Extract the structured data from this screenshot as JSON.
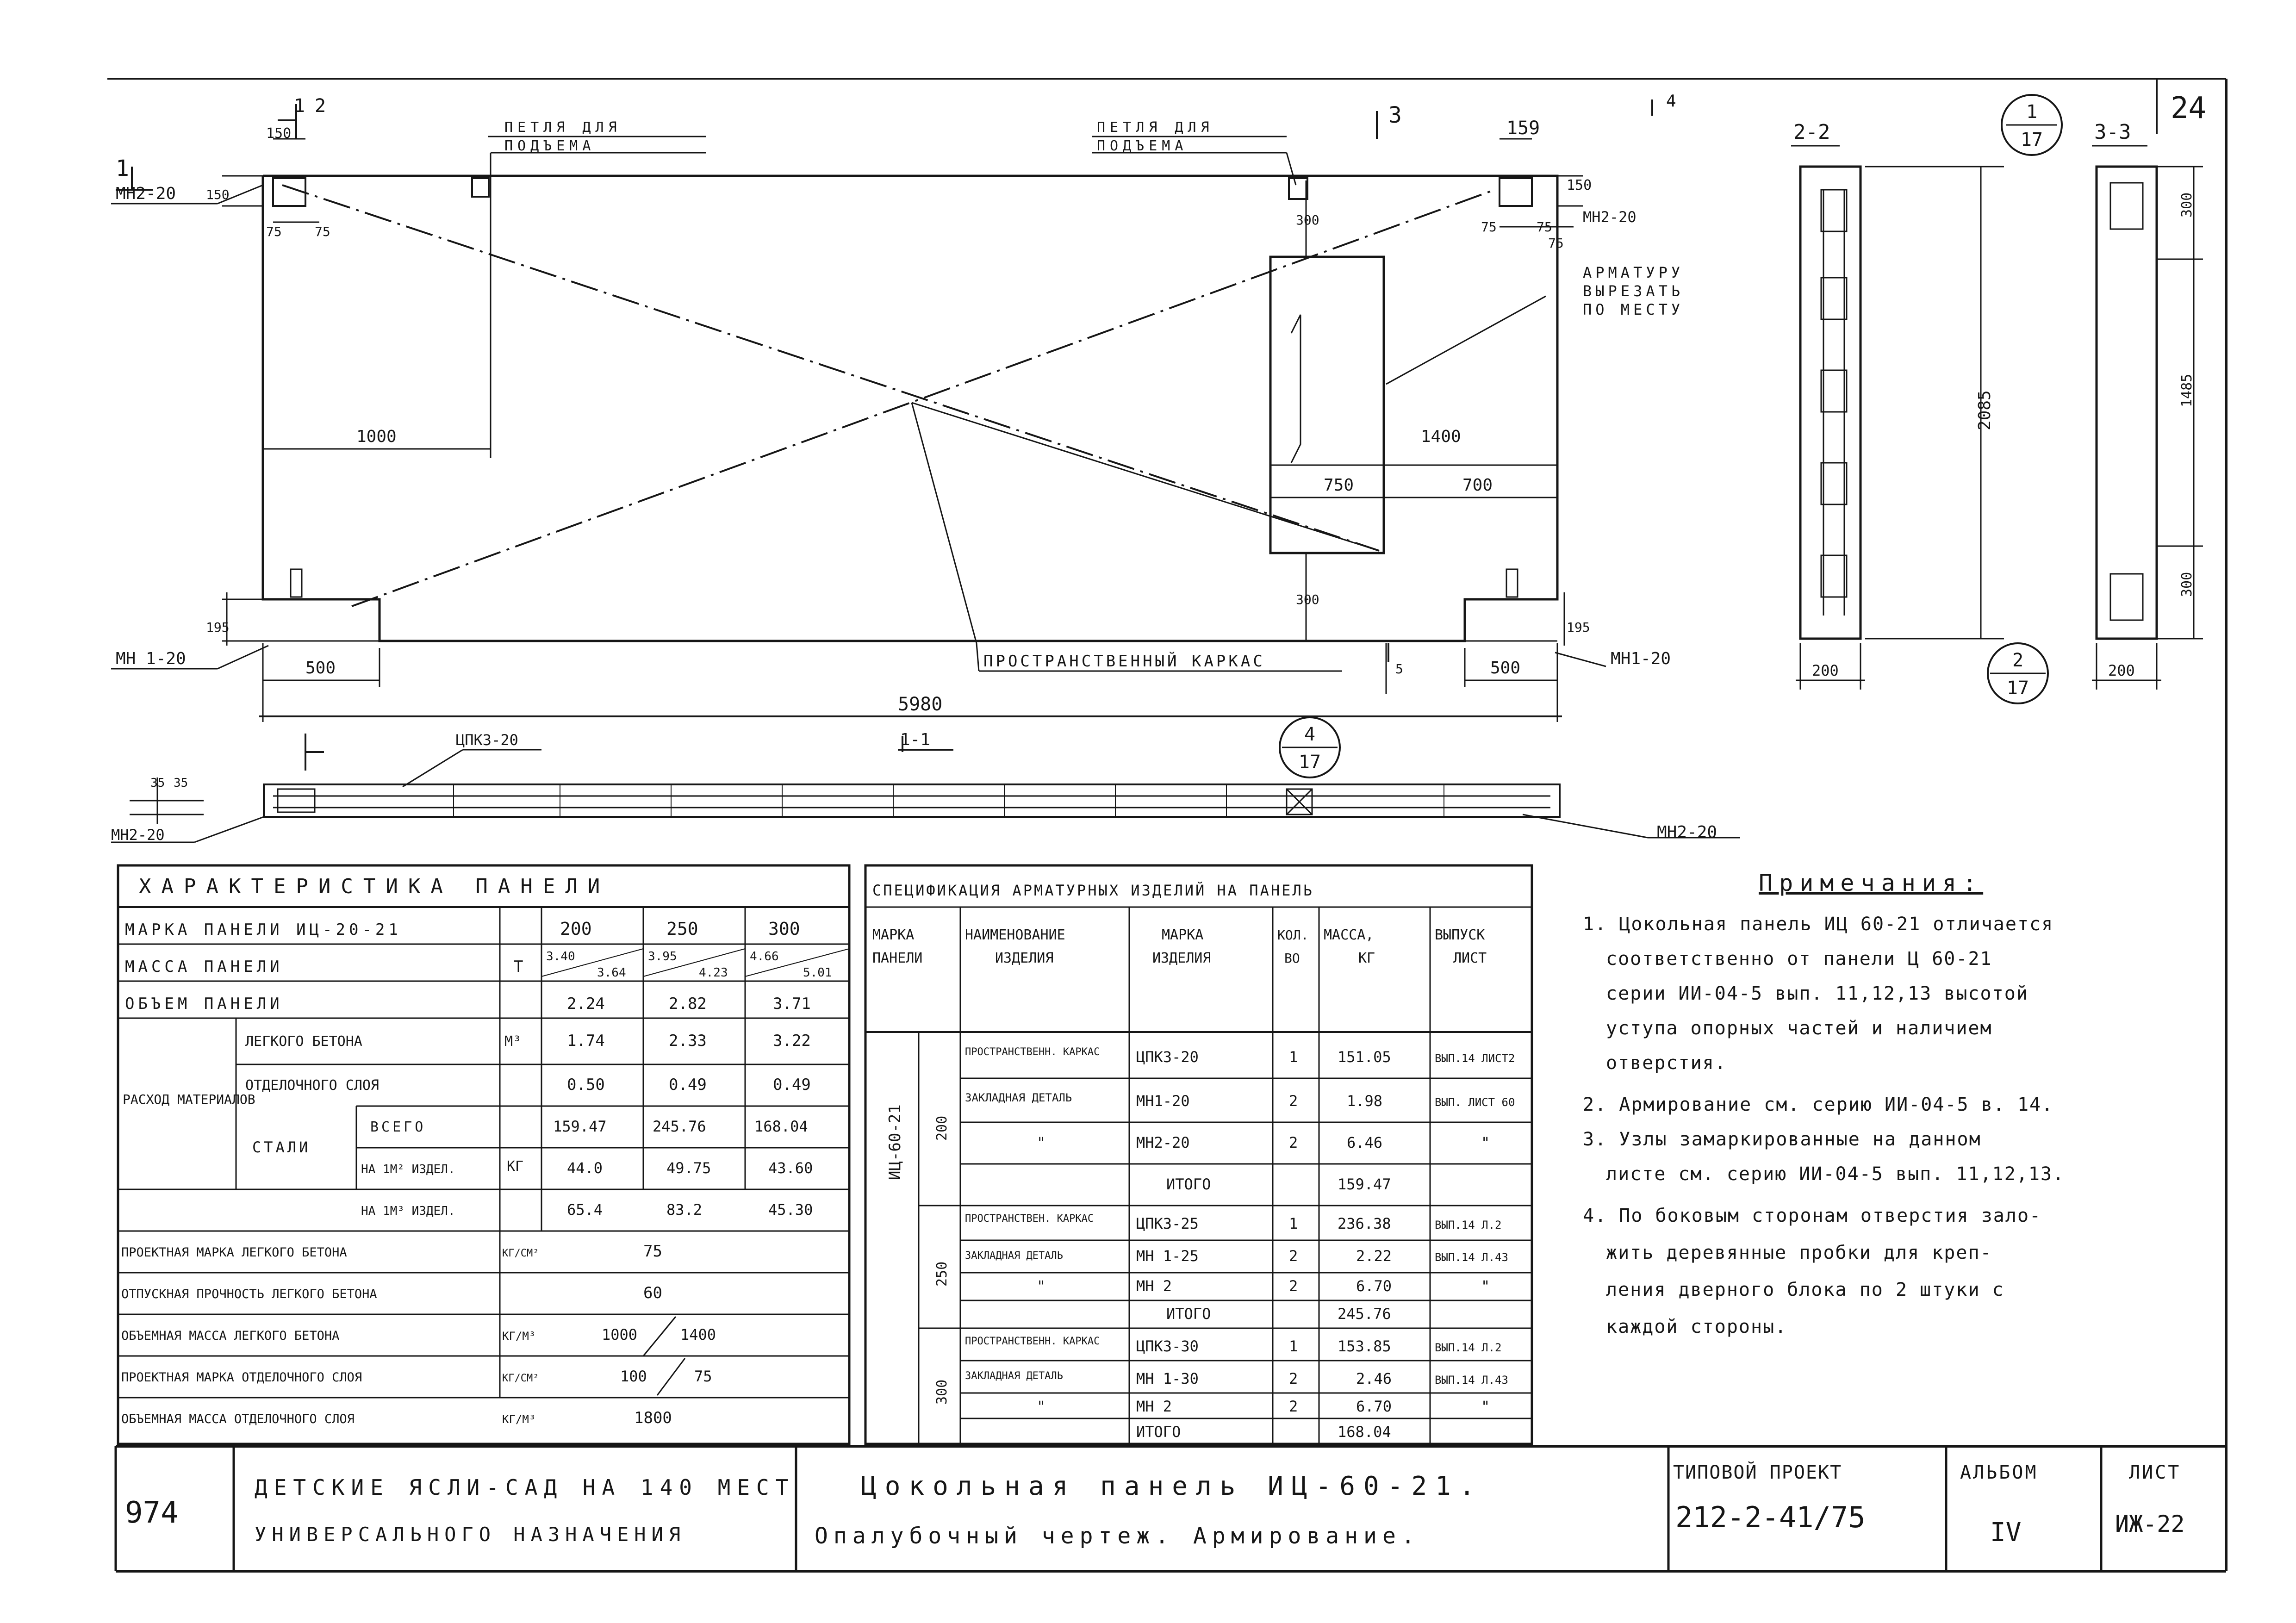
{
  "sheet": {
    "corner_number": "24",
    "album_page_number": "974"
  },
  "elevation": {
    "label_section_1": "1",
    "label_section_2": "2",
    "label_section_3": "3",
    "label_section_4": "4",
    "lifting_loop_label_line1": "ПЕТЛЯ ДЛЯ",
    "lifting_loop_label_line2": "ПОДЪЕМА",
    "lifting_loop_label_right_line1": "ПЕТЛЯ ДЛЯ",
    "lifting_loop_label_right_line2": "ПОДЪЕМА",
    "embedded_part_top_left": "МН2-20",
    "embedded_part_top_right": "МН2-20",
    "embedded_part_bottom_left": "МН 1-20",
    "embedded_part_bottom_right": "МН1-20",
    "embedded_part_plan": "МН2-20",
    "embedded_part_plan_right": "МН2-20",
    "opening_note_line1": "АРМАТУРУ",
    "opening_note_line2": "ВЫРЕЗАТЬ",
    "opening_note_line3": "ПО МЕСТУ",
    "spatial_frame_label": "ПРОСТРАНСТВЕННЫЙ КАРКАС",
    "plan_frame_label": "ЦПКЗ-20",
    "plan_section_label": "1-1",
    "dimensions": {
      "d150_left": "150",
      "d159_right": "159",
      "d150_h": "150",
      "d150_h_right": "150",
      "d75_a": "75",
      "d75_b": "75",
      "d75_c": "75",
      "d75_d": "75",
      "d75_e": "75",
      "d300_top": "300",
      "d300_bottom": "300",
      "d1000": "1000",
      "d1400": "1400",
      "d750": "750",
      "d700": "700",
      "d195_left": "195",
      "d195_right": "195",
      "d500_left": "500",
      "d500_right": "500",
      "d5980": "5980",
      "d35": "35",
      "d35b": "35",
      "d5": "5"
    }
  },
  "sections": {
    "section_2_2_label": "2-2",
    "section_3_3_label": "3-3",
    "callout_1_17": {
      "num": "1",
      "den": "17"
    },
    "callout_2_17": {
      "num": "2",
      "den": "17"
    },
    "callout_4_17": {
      "num": "4",
      "den": "17"
    },
    "s22_height": "2085",
    "s22_width": "200",
    "s33_top": "300",
    "s33_mid": "1485",
    "s33_bottom": "300",
    "s33_width": "200"
  },
  "characteristics": {
    "title": "ХАРАКТЕРИСТИКА ПАНЕЛИ",
    "col_headers": [
      "200",
      "250",
      "300"
    ],
    "rows": {
      "mark": {
        "label": "МАРКА ПАНЕЛИ ИЦ-20-21"
      },
      "mass": {
        "label": "МАССА ПАНЕЛИ",
        "unit": "Т",
        "v200a": "3.40",
        "v200b": "3.64",
        "v250a": "3.95",
        "v250b": "4.23",
        "v300a": "4.66",
        "v300b": "5.01"
      },
      "volume": {
        "label": "ОБЪЕМ ПАНЕЛИ",
        "v200": "2.24",
        "v250": "2.82",
        "v300": "3.71"
      },
      "lightweight": {
        "group": "РАСХОД МАТЕРИАЛОВ",
        "label": "ЛЕГКОГО БЕТОНА",
        "unit": "М³",
        "v200": "1.74",
        "v250": "2.33",
        "v300": "3.22"
      },
      "finishing": {
        "label": "ОТДЕЛОЧНОГО СЛОЯ",
        "v200": "0.50",
        "v250": "0.49",
        "v300": "0.49"
      },
      "steel_total": {
        "sublabel": "СТАЛИ",
        "label": "ВСЕГО",
        "unit": "КГ",
        "v200": "159.47",
        "v250": "245.76",
        "v300": "168.04"
      },
      "steel_m2": {
        "label": "НА 1М² ИЗДЕЛ.",
        "v200": "44.0",
        "v250": "49.75",
        "v300": "43.60"
      },
      "steel_m3": {
        "label": "НА 1М³ ИЗДЕЛ.",
        "v200": "65.4",
        "v250": "83.2",
        "v300": "45.30"
      },
      "design_grade": {
        "label": "ПРОЕКТНАЯ МАРКА ЛЕГКОГО БЕТОНА",
        "unit": "КГ/СМ²",
        "value": "75"
      },
      "release_strength": {
        "label": "ОТПУСКНАЯ ПРОЧНОСТЬ ЛЕГКОГО БЕТОНА",
        "value": "60"
      },
      "volumetric_mass": {
        "label": "ОБЪЕМНАЯ МАССА ЛЕГКОГО БЕТОНА",
        "unit": "КГ/М³",
        "value_a": "1000",
        "value_b": "1400"
      },
      "finishing_grade": {
        "label": "ПРОЕКТНАЯ МАРКА ОТДЕЛОЧНОГО СЛОЯ",
        "unit": "КГ/СМ²",
        "value_a": "100",
        "value_b": "75"
      },
      "finishing_mass": {
        "label": "ОБЪЕМНАЯ МАССА ОТДЕЛОЧНОГО СЛОЯ",
        "unit": "КГ/М³",
        "value": "1800"
      }
    }
  },
  "specification": {
    "title": "СПЕЦИФИКАЦИЯ АРМАТУРНЫХ ИЗДЕЛИЙ НА ПАНЕЛЬ",
    "headers": {
      "panel_mark": [
        "МАРКА",
        "ПАНЕЛИ"
      ],
      "item_name": [
        "НАИМЕНОВАНИЕ",
        "ИЗДЕЛИЯ"
      ],
      "item_mark": [
        "МАРКА",
        "ИЗДЕЛИЯ"
      ],
      "qty": [
        "КОЛ.",
        "ВО"
      ],
      "mass": [
        "МАССА,",
        "КГ"
      ],
      "issue": [
        "ВЫПУСК",
        "ЛИСТ"
      ]
    },
    "panel_mark_value": "ИЦ-60-21",
    "groups": [
      {
        "height": "200",
        "rows": [
          {
            "name": "ПРОСТРАНСТВЕНН. КАРКАС",
            "mark": "ЦПКЗ-20",
            "qty": "1",
            "mass": "151.05",
            "issue": "ВЫП.14 ЛИСТ2"
          },
          {
            "name": "ЗАКЛАДНАЯ ДЕТАЛЬ",
            "mark": "МН1-20",
            "qty": "2",
            "mass": "1.98",
            "issue": "ВЫП. ЛИСТ 60"
          },
          {
            "name": "\"",
            "mark": "МН2-20",
            "qty": "2",
            "mass": "6.46",
            "issue": "\""
          },
          {
            "name": "",
            "mark": "ИТОГО",
            "qty": "",
            "mass": "159.47",
            "issue": ""
          }
        ]
      },
      {
        "height": "250",
        "rows": [
          {
            "name": "ПРОСТРАНСТВЕН. КАРКАС",
            "mark": "ЦПКЗ-25",
            "qty": "1",
            "mass": "236.38",
            "issue": "ВЫП.14 Л.2"
          },
          {
            "name": "ЗАКЛАДНАЯ ДЕТАЛЬ",
            "mark": "МН 1-25",
            "qty": "2",
            "mass": "2.22",
            "issue": "ВЫП.14 Л.43"
          },
          {
            "name": "\"",
            "mark": "МН 2",
            "qty": "2",
            "mass": "6.70",
            "issue": "\""
          },
          {
            "name": "",
            "mark": "ИТОГО",
            "qty": "",
            "mass": "245.76",
            "issue": ""
          }
        ]
      },
      {
        "height": "300",
        "rows": [
          {
            "name": "ПРОСТРАНСТВЕНН. КАРКАС",
            "mark": "ЦПКЗ-30",
            "qty": "1",
            "mass": "153.85",
            "issue": "ВЫП.14 Л.2"
          },
          {
            "name": "ЗАКЛАДНАЯ ДЕТАЛЬ",
            "mark": "МН 1-30",
            "qty": "2",
            "mass": "2.46",
            "issue": "ВЫП.14 Л.43"
          },
          {
            "name": "\"",
            "mark": "МН 2",
            "qty": "2",
            "mass": "6.70",
            "issue": "\""
          },
          {
            "name": "",
            "mark": "ИТОГО",
            "qty": "",
            "mass": "168.04",
            "issue": ""
          }
        ]
      }
    ]
  },
  "notes": {
    "title": "Примечания:",
    "lines": [
      "1. Цокольная панель ИЦ 60-21 отличается",
      "соответственно от панели Ц 60-21",
      "серии ИИ-04-5 вып. 11,12,13 высотой",
      "уступа опорных частей и наличием",
      "отверстия.",
      "2. Армирование см. серию ИИ-04-5 в. 14.",
      "3. Узлы замаркированные на данном",
      "листе см. серию ИИ-04-5 вып. 11,12,13.",
      "4. По боковым сторонам отверстия зало-",
      "жить деревянные пробки для креп-",
      "ления дверного блока по 2 штуки с",
      "каждой стороны."
    ]
  },
  "title_block": {
    "project_line1": "ДЕТСКИЕ ЯСЛИ-САД НА 140 МЕСТ",
    "project_line2": "УНИВЕРСАЛЬНОГО НАЗНАЧЕНИЯ",
    "drawing_line1": "Цокольная панель ИЦ-60-21.",
    "drawing_line2": "Опалубочный чертеж. Армирование.",
    "type_project_label": "ТИПОВОЙ ПРОЕКТ",
    "type_project_value": "212-2-41/75",
    "album_label": "АЛЬБОМ",
    "album_value": "IV",
    "sheet_label": "ЛИСТ",
    "sheet_value": "ИЖ-22"
  }
}
